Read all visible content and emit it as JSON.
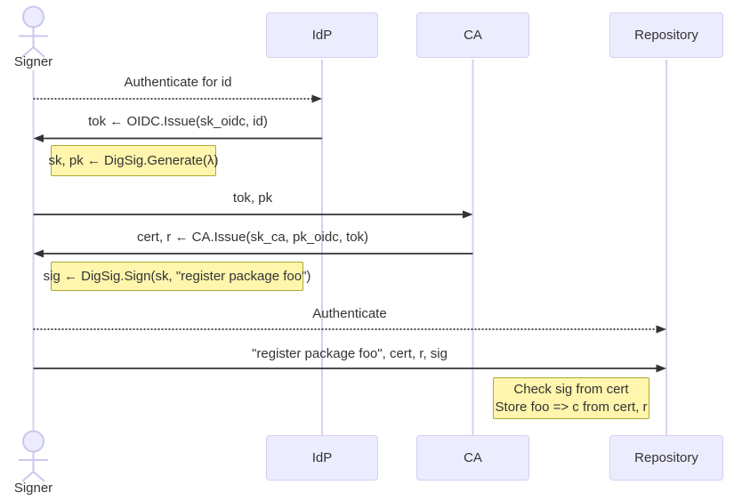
{
  "diagram_type": "sequence-diagram",
  "actors": {
    "signer": {
      "label": "Signer",
      "type": "actor"
    },
    "idp": {
      "label": "IdP",
      "type": "participant"
    },
    "ca": {
      "label": "CA",
      "type": "participant"
    },
    "repository": {
      "label": "Repository",
      "type": "participant"
    }
  },
  "messages": [
    {
      "from": "signer",
      "to": "idp",
      "label": "Authenticate for id",
      "line": "dotted"
    },
    {
      "from": "idp",
      "to": "signer",
      "label": "tok ← OIDC.Issue(sk_oidc, id)",
      "line": "solid"
    },
    {
      "from": "signer",
      "to": "ca",
      "label": "tok, pk",
      "line": "solid"
    },
    {
      "from": "ca",
      "to": "signer",
      "label": "cert, r ← CA.Issue(sk_ca, pk_oidc, tok)",
      "line": "solid"
    },
    {
      "from": "signer",
      "to": "repository",
      "label": "Authenticate",
      "line": "dotted"
    },
    {
      "from": "signer",
      "to": "repository",
      "label": "\"register package foo\", cert, r, sig",
      "line": "solid"
    }
  ],
  "notes": [
    {
      "over": "signer",
      "text": "sk, pk ← DigSig.Generate(λ)"
    },
    {
      "over": "signer",
      "text": "sig ← DigSig.Sign(sk, \"register package foo\")"
    },
    {
      "over": "repository",
      "lines": [
        "Check sig from cert",
        "Store foo => c from cert, r"
      ]
    }
  ],
  "colors": {
    "actor_fill": "#ECECFF",
    "actor_border": "#D6CDEE",
    "lifeline": "#D8D0EE",
    "figure_stroke": "#CFC5EC",
    "note_fill": "#FFF5AD",
    "note_border": "#AAAA33",
    "arrow": "#333333",
    "text": "#333333",
    "background": "#FFFFFF"
  }
}
